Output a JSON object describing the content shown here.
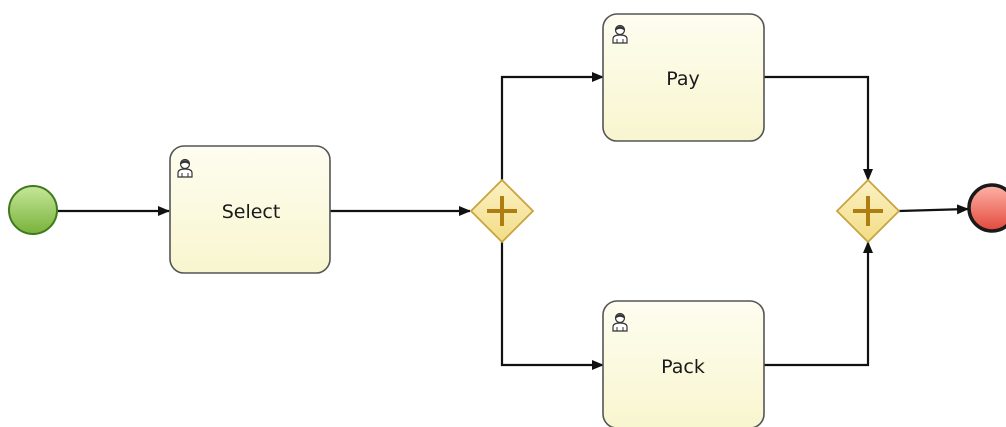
{
  "diagram": {
    "nodes": {
      "start_event": {
        "type": "start-event"
      },
      "task_select": {
        "type": "user-task",
        "label": "Select",
        "icon": "user-icon"
      },
      "gateway_split": {
        "type": "parallel-gateway"
      },
      "task_pay": {
        "type": "user-task",
        "label": "Pay",
        "icon": "user-icon"
      },
      "task_pack": {
        "type": "user-task",
        "label": "Pack",
        "icon": "user-icon"
      },
      "gateway_join": {
        "type": "parallel-gateway"
      },
      "end_event": {
        "type": "end-event"
      }
    },
    "flows": [
      {
        "from": "start_event",
        "to": "task_select"
      },
      {
        "from": "task_select",
        "to": "gateway_split"
      },
      {
        "from": "gateway_split",
        "to": "task_pay"
      },
      {
        "from": "gateway_split",
        "to": "task_pack"
      },
      {
        "from": "task_pay",
        "to": "gateway_join"
      },
      {
        "from": "task_pack",
        "to": "gateway_join"
      },
      {
        "from": "gateway_join",
        "to": "end_event"
      }
    ],
    "colors": {
      "task_fill": "#fcfbe0",
      "task_stroke": "#555555",
      "gateway_fill": "#f7e9a0",
      "gateway_stroke": "#c9a43e",
      "gateway_marker": "#b07d10",
      "start_fill": "#96c95a",
      "start_stroke": "#3f7a1d",
      "end_fill": "#f07a6e",
      "end_stroke": "#1a1a1a",
      "flow_stroke": "#111111"
    }
  }
}
